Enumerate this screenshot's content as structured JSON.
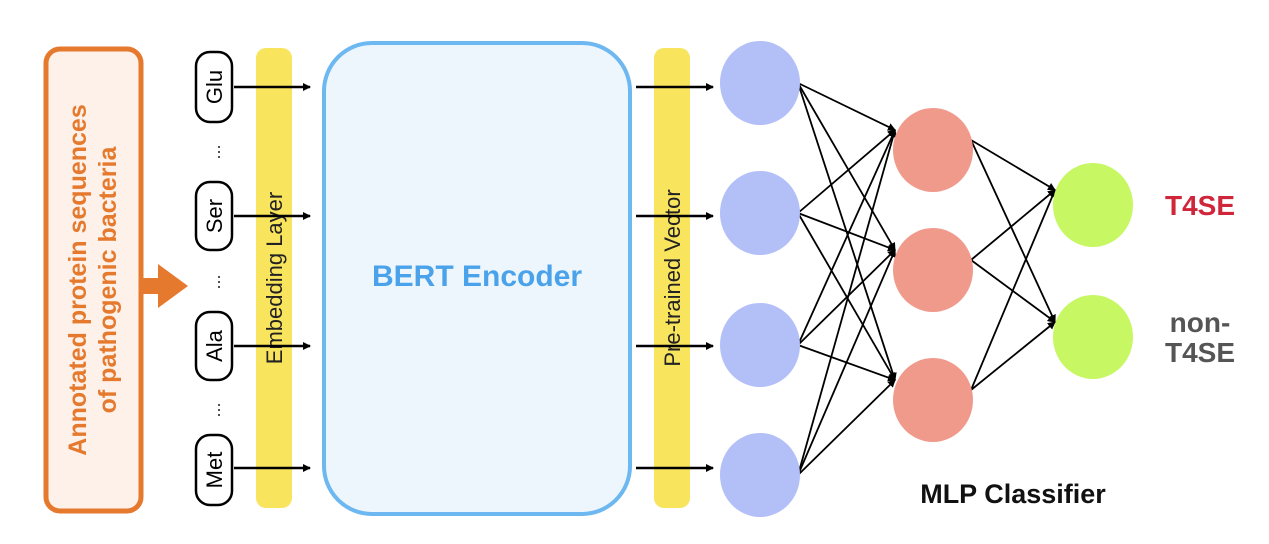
{
  "input_box": {
    "line1": "Annotated protein sequences",
    "line2": "of pathogenic bacteria"
  },
  "tokens": [
    "Glu",
    "Ser",
    "Ala",
    "Met"
  ],
  "ellipsis": "...",
  "embedding_layer": "Embedding Layer",
  "bert_encoder": "BERT Encoder",
  "pretrained_vector": "Pre-trained Vector",
  "mlp_title": "MLP Classifier",
  "outputs": {
    "t4se": "T4SE",
    "non_line1": "non-",
    "non_line2": "T4SE"
  },
  "colors": {
    "orange": "#e57a2e",
    "yellow": "#f9e45e",
    "bert_border": "#6db8f0",
    "bert_text": "#4aa3ea",
    "input_node": "#b3bff7",
    "hidden_node": "#f09a8c",
    "output_node": "#c8f764",
    "t4se_label": "#d0263a",
    "non_t4se_label": "#555555"
  }
}
